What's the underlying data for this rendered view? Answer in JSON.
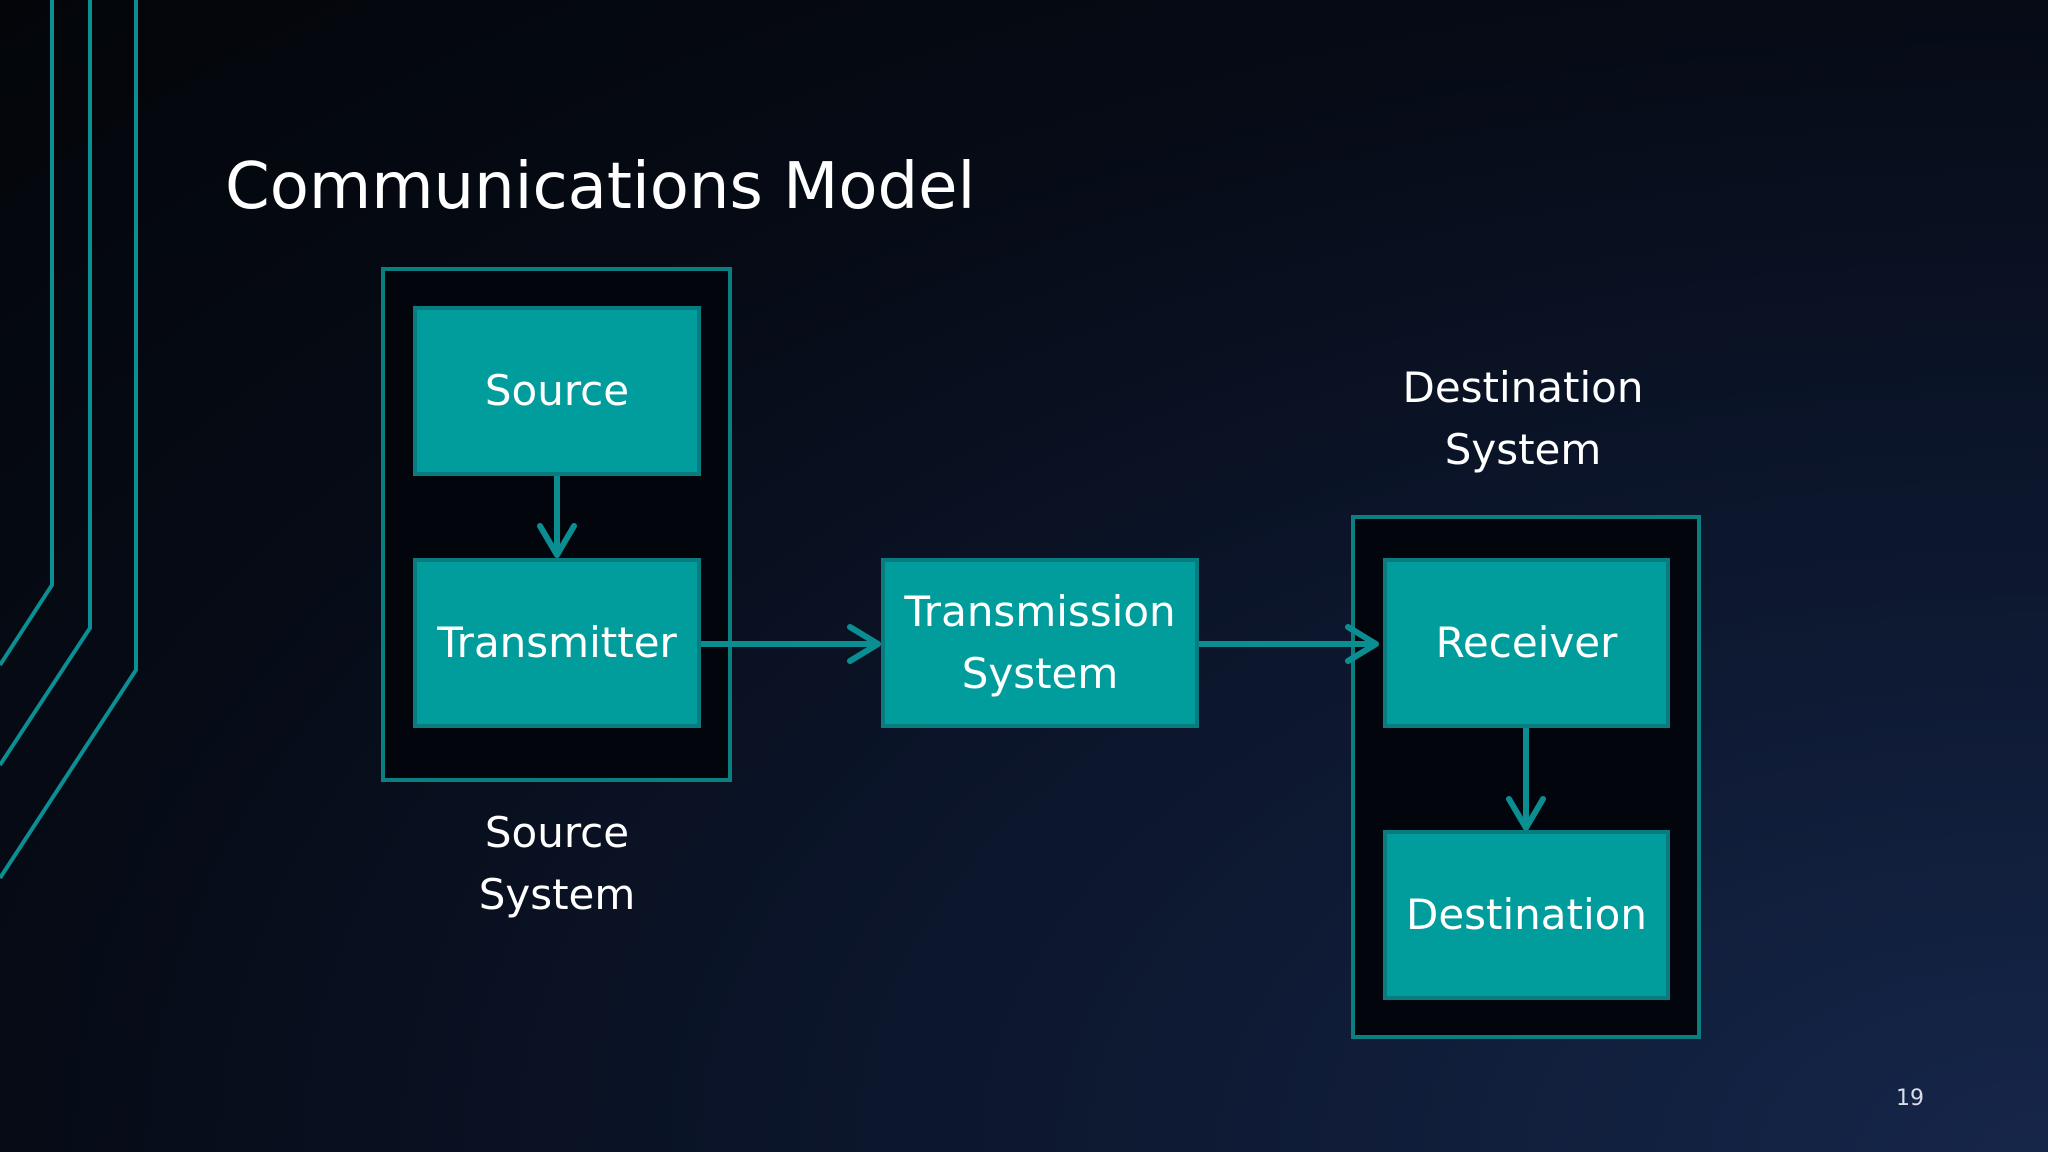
{
  "slide": {
    "title": "Communications Model",
    "page_number": "19"
  },
  "diagram": {
    "nodes": {
      "source": "Source",
      "transmitter": "Transmitter",
      "transmission_line1": "Transmission",
      "transmission_line2": "System",
      "receiver": "Receiver",
      "destination": "Destination"
    },
    "groups": {
      "source_system_line1": "Source",
      "source_system_line2": "System",
      "destination_system_line1": "Destination",
      "destination_system_line2": "System"
    },
    "edges": [
      {
        "from": "source",
        "to": "transmitter"
      },
      {
        "from": "transmitter",
        "to": "transmission"
      },
      {
        "from": "transmission",
        "to": "receiver"
      },
      {
        "from": "receiver",
        "to": "destination"
      }
    ]
  },
  "colors": {
    "node_fill": "#019c9c",
    "node_border": "#0a7c7f",
    "accent": "#0b8f92",
    "background": "#060b16"
  }
}
